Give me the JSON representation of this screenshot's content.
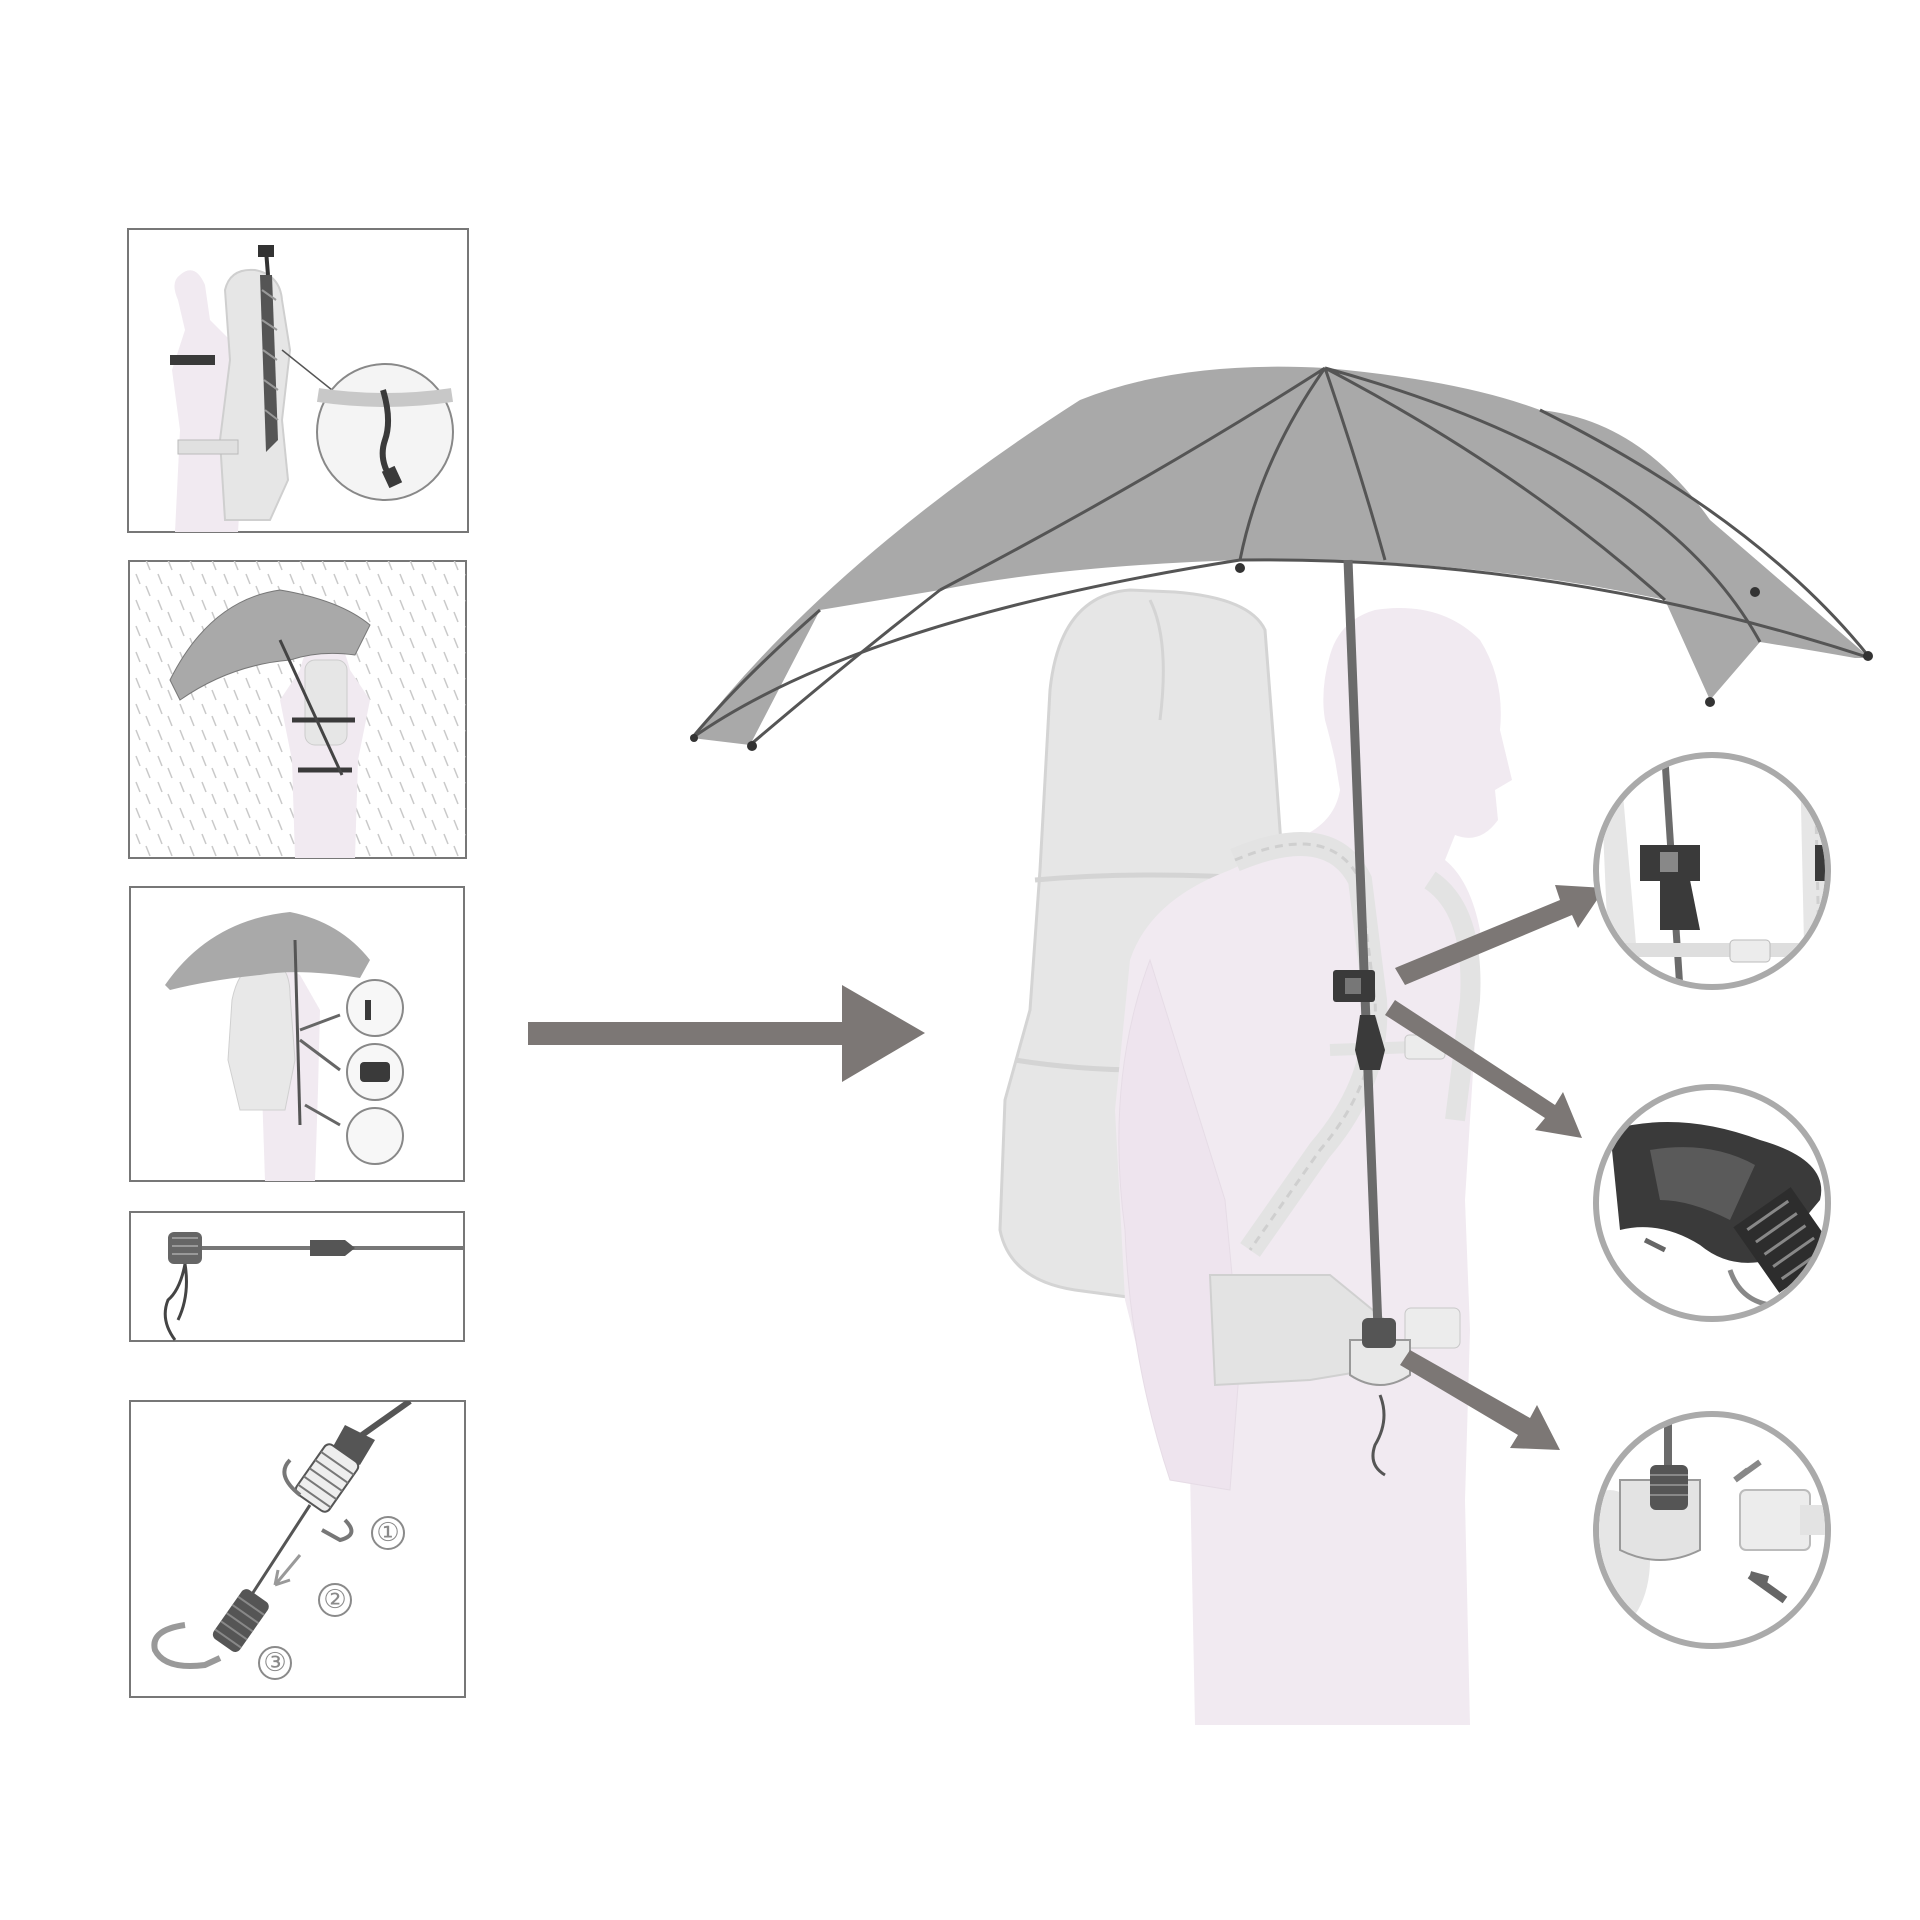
{
  "colors": {
    "background": "#ffffff",
    "canopy": "#a9a9a9",
    "shaft": "#6b6b6b",
    "arrow": "#7c7775",
    "person_silhouette": "#f1eaf1",
    "backpack": "#e6e6e6",
    "panel_border": "#777777",
    "detail_dark": "#3a3a3a"
  },
  "icons": {
    "main_arrow": "right-arrow-icon",
    "detail_arrow": "diagonal-arrow-icon",
    "rotate": "rotate-arrow-icon",
    "rain": "rain-icon"
  },
  "steps": {
    "one": "①",
    "two": "②",
    "three": "③"
  }
}
